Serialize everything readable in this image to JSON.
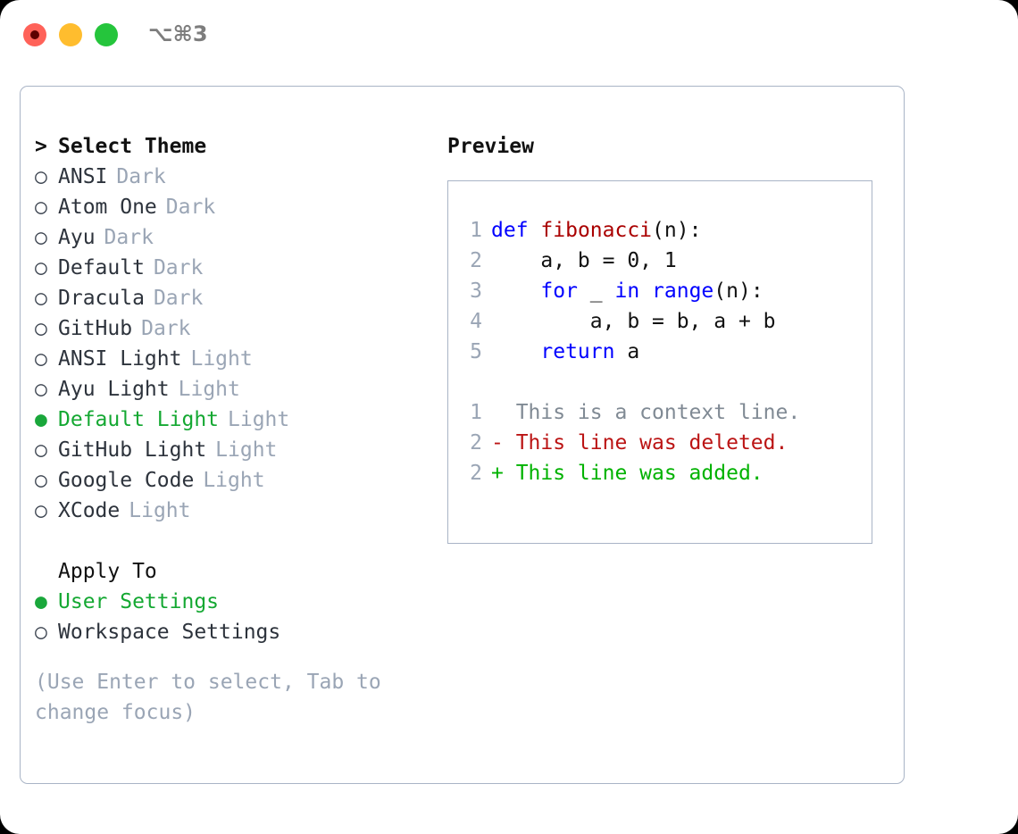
{
  "titlebar": {
    "shortcut": "⌥⌘3",
    "buttons": [
      "close",
      "minimize",
      "maximize"
    ]
  },
  "left": {
    "header": {
      "marker": ">",
      "label": "Select Theme"
    },
    "themes": [
      {
        "marker": "○",
        "name": "ANSI",
        "tag": "Dark",
        "selected": false
      },
      {
        "marker": "○",
        "name": "Atom One",
        "tag": "Dark",
        "selected": false
      },
      {
        "marker": "○",
        "name": "Ayu",
        "tag": "Dark",
        "selected": false
      },
      {
        "marker": "○",
        "name": "Default",
        "tag": "Dark",
        "selected": false
      },
      {
        "marker": "○",
        "name": "Dracula",
        "tag": "Dark",
        "selected": false
      },
      {
        "marker": "○",
        "name": "GitHub",
        "tag": "Dark",
        "selected": false
      },
      {
        "marker": "○",
        "name": "ANSI Light",
        "tag": "Light",
        "selected": false
      },
      {
        "marker": "○",
        "name": "Ayu Light",
        "tag": "Light",
        "selected": false
      },
      {
        "marker": "●",
        "name": "Default Light",
        "tag": "Light",
        "selected": true
      },
      {
        "marker": "○",
        "name": "GitHub Light",
        "tag": "Light",
        "selected": false
      },
      {
        "marker": "○",
        "name": "Google Code",
        "tag": "Light",
        "selected": false
      },
      {
        "marker": "○",
        "name": "XCode",
        "tag": "Light",
        "selected": false
      }
    ],
    "apply_to": {
      "label": "Apply To",
      "options": [
        {
          "marker": "●",
          "label": "User Settings",
          "selected": true
        },
        {
          "marker": "○",
          "label": "Workspace Settings",
          "selected": false
        }
      ]
    },
    "hint": "(Use Enter to select, Tab to change focus)"
  },
  "right": {
    "title": "Preview",
    "code_lines": [
      {
        "num": "1",
        "tokens": [
          {
            "t": "def",
            "c": "kw"
          },
          {
            "t": " ",
            "c": "plain"
          },
          {
            "t": "fibonacci",
            "c": "fn"
          },
          {
            "t": "(n):",
            "c": "plain"
          }
        ]
      },
      {
        "num": "2",
        "tokens": [
          {
            "t": "    a, b = 0, 1",
            "c": "plain"
          }
        ]
      },
      {
        "num": "3",
        "tokens": [
          {
            "t": "    ",
            "c": "plain"
          },
          {
            "t": "for",
            "c": "kw"
          },
          {
            "t": " _ ",
            "c": "plain"
          },
          {
            "t": "in",
            "c": "kw"
          },
          {
            "t": " ",
            "c": "plain"
          },
          {
            "t": "range",
            "c": "kw"
          },
          {
            "t": "(n):",
            "c": "plain"
          }
        ]
      },
      {
        "num": "4",
        "tokens": [
          {
            "t": "        a, b = b, a + b",
            "c": "plain"
          }
        ]
      },
      {
        "num": "5",
        "tokens": [
          {
            "t": "    ",
            "c": "plain"
          },
          {
            "t": "return",
            "c": "kw"
          },
          {
            "t": " a",
            "c": "plain"
          }
        ]
      }
    ],
    "diff_lines": [
      {
        "num": "1",
        "text": "  This is a context line.",
        "kind": "context"
      },
      {
        "num": "2",
        "text": "- This line was deleted.",
        "kind": "deleted"
      },
      {
        "num": "2",
        "text": "+ This line was added.",
        "kind": "added"
      }
    ]
  },
  "colors": {
    "accent_green": "#14a832",
    "muted": "#9aa5b5",
    "border": "#a9b4c6",
    "keyword": "#0000ff",
    "function": "#aa0000",
    "diff_deleted": "#bb1414",
    "diff_added": "#00b200",
    "traffic_close": "#ff6259",
    "traffic_min": "#ffbd2e",
    "traffic_max": "#25c53c"
  }
}
